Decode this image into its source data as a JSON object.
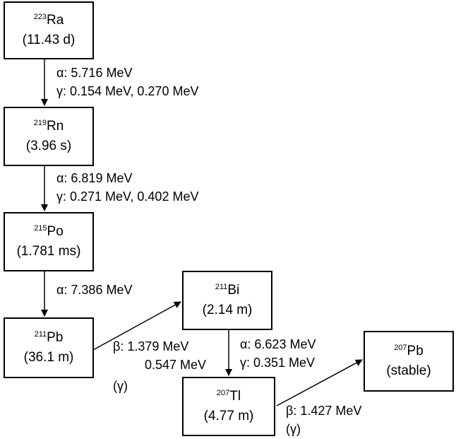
{
  "nuclides": {
    "ra223": {
      "mass": "223",
      "symbol": "Ra",
      "halflife": "(11.43 d)"
    },
    "rn219": {
      "mass": "219",
      "symbol": "Rn",
      "halflife": "(3.96 s)"
    },
    "po215": {
      "mass": "215",
      "symbol": "Po",
      "halflife": "(1.781 ms)"
    },
    "pb211": {
      "mass": "211",
      "symbol": "Pb",
      "halflife": "(36.1 m)"
    },
    "bi211": {
      "mass": "211",
      "symbol": "Bi",
      "halflife": "(2.14 m)"
    },
    "tl207": {
      "mass": "207",
      "symbol": "Tl",
      "halflife": "(4.77 m)"
    },
    "pb207": {
      "mass": "207",
      "symbol": "Pb",
      "halflife": "(stable)"
    }
  },
  "decays": {
    "ra_rn": {
      "line1": "α: 5.716 MeV",
      "line2": "γ: 0.154 MeV, 0.270 MeV"
    },
    "rn_po": {
      "line1": "α: 6.819 MeV",
      "line2": "γ: 0.271 MeV, 0.402 MeV"
    },
    "po_pb": {
      "line1": "α: 7.386 MeV"
    },
    "pb_bi": {
      "line1": "β: 1.379 MeV",
      "line2": "0.547 MeV",
      "line3": "(γ)"
    },
    "bi_tl": {
      "line1": "α: 6.623 MeV",
      "line2": "γ: 0.351 MeV"
    },
    "tl_pb": {
      "line1": "β: 1.427 MeV",
      "line2": "(γ)"
    }
  }
}
